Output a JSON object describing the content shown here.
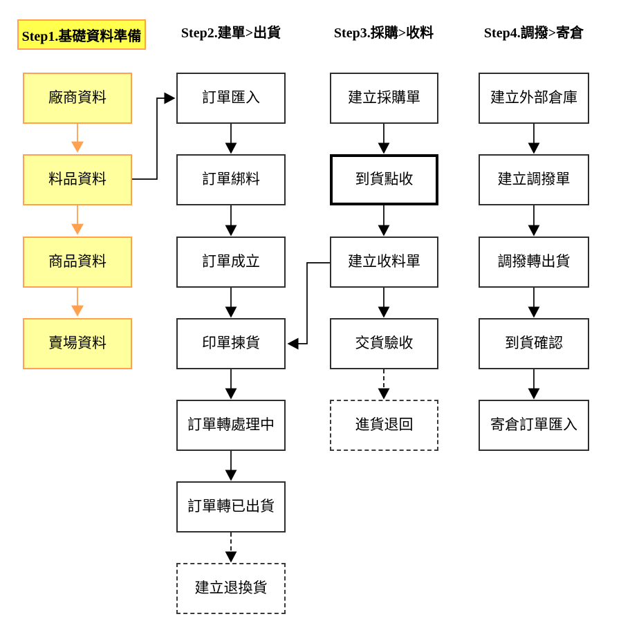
{
  "colors": {
    "background": "#FFFFFF",
    "step1_header_fill": "#FFFF4D",
    "step1_node_fill": "#FFFF9E",
    "step1_border_orange": "#FFA14F",
    "step1_arrow_orange": "#FFA14F",
    "node_border": "#2E2E2E",
    "thick_node_border": "#000000",
    "arrow_black": "#000000",
    "text": "#000000"
  },
  "columns": [
    {
      "id": "step1",
      "header": "Step1.基礎資料準備",
      "header_style": "yellow-box",
      "boxes": [
        {
          "label": "廠商資料",
          "style": "yellow"
        },
        {
          "label": "料品資料",
          "style": "yellow"
        },
        {
          "label": "商品資料",
          "style": "yellow"
        },
        {
          "label": "賣場資料",
          "style": "yellow"
        }
      ]
    },
    {
      "id": "step2",
      "header": "Step2.建單>出貨",
      "header_style": "plain",
      "boxes": [
        {
          "label": "訂單匯入",
          "style": "plain"
        },
        {
          "label": "訂單綁料",
          "style": "plain"
        },
        {
          "label": "訂單成立",
          "style": "plain"
        },
        {
          "label": "印單揀貨",
          "style": "plain"
        },
        {
          "label": "訂單轉處理中",
          "style": "plain"
        },
        {
          "label": "訂單轉已出貨",
          "style": "plain"
        },
        {
          "label": "建立退換貨",
          "style": "dashed"
        }
      ]
    },
    {
      "id": "step3",
      "header": "Step3.採購>收料",
      "header_style": "plain",
      "boxes": [
        {
          "label": "建立採購單",
          "style": "plain"
        },
        {
          "label": "到貨點收",
          "style": "thick"
        },
        {
          "label": "建立收料單",
          "style": "plain"
        },
        {
          "label": "交貨驗收",
          "style": "plain"
        },
        {
          "label": "進貨退回",
          "style": "dashed"
        }
      ]
    },
    {
      "id": "step4",
      "header": "Step4.調撥>寄倉",
      "header_style": "plain",
      "boxes": [
        {
          "label": "建立外部倉庫",
          "style": "plain"
        },
        {
          "label": "建立調撥單",
          "style": "plain"
        },
        {
          "label": "調撥轉出貨",
          "style": "plain"
        },
        {
          "label": "到貨確認",
          "style": "plain"
        },
        {
          "label": "寄倉訂單匯入",
          "style": "plain"
        }
      ]
    }
  ],
  "flows": [
    {
      "from": "廠商資料",
      "to": "料品資料",
      "style": "orange-solid"
    },
    {
      "from": "料品資料",
      "to": "商品資料",
      "style": "orange-solid"
    },
    {
      "from": "商品資料",
      "to": "賣場資料",
      "style": "orange-solid"
    },
    {
      "from": "料品資料",
      "to": "訂單匯入",
      "style": "black-elbow"
    },
    {
      "from": "訂單匯入",
      "to": "訂單綁料",
      "style": "black-solid"
    },
    {
      "from": "訂單綁料",
      "to": "訂單成立",
      "style": "black-solid"
    },
    {
      "from": "訂單成立",
      "to": "印單揀貨",
      "style": "black-solid"
    },
    {
      "from": "印單揀貨",
      "to": "訂單轉處理中",
      "style": "black-solid"
    },
    {
      "from": "訂單轉處理中",
      "to": "訂單轉已出貨",
      "style": "black-solid"
    },
    {
      "from": "訂單轉已出貨",
      "to": "建立退換貨",
      "style": "black-dashed"
    },
    {
      "from": "建立採購單",
      "to": "到貨點收",
      "style": "black-solid"
    },
    {
      "from": "到貨點收",
      "to": "建立收料單",
      "style": "black-solid"
    },
    {
      "from": "建立收料單",
      "to": "交貨驗收",
      "style": "black-solid"
    },
    {
      "from": "交貨驗收",
      "to": "進貨退回",
      "style": "black-dashed"
    },
    {
      "from": "建立收料單",
      "to": "印單揀貨",
      "style": "black-elbow"
    },
    {
      "from": "建立外部倉庫",
      "to": "建立調撥單",
      "style": "black-solid"
    },
    {
      "from": "建立調撥單",
      "to": "調撥轉出貨",
      "style": "black-solid"
    },
    {
      "from": "調撥轉出貨",
      "to": "到貨確認",
      "style": "black-solid"
    },
    {
      "from": "到貨確認",
      "to": "寄倉訂單匯入",
      "style": "black-solid"
    }
  ]
}
